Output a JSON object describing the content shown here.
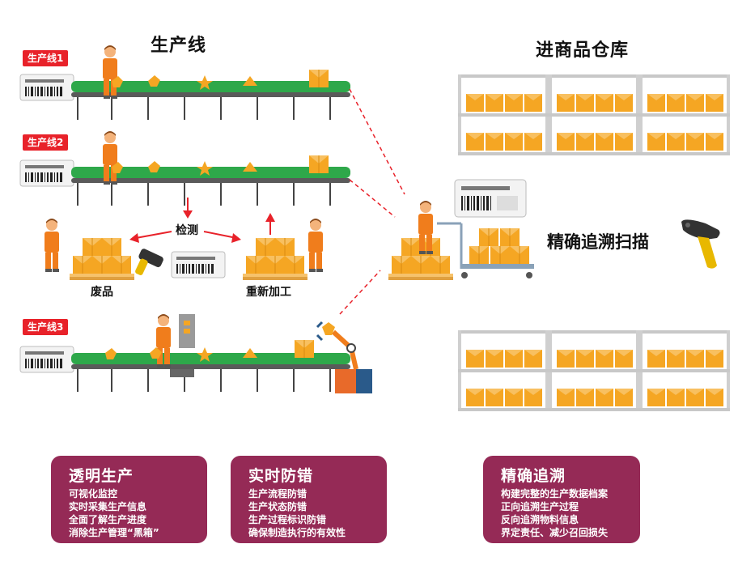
{
  "production_section": {
    "title": "生产线"
  },
  "warehouse_section": {
    "title": "进商品仓库"
  },
  "lines": [
    {
      "tag": "生产线1"
    },
    {
      "tag": "生产线2"
    },
    {
      "tag": "生产线3"
    }
  ],
  "inspection": {
    "check_label": "检测",
    "scrap_label": "废品",
    "rework_label": "重新加工"
  },
  "scan": {
    "label": "精确追溯扫描"
  },
  "cards": [
    {
      "title": "透明生产",
      "items": [
        "可视化监控",
        "实时采集生产信息",
        "全面了解生产进度",
        "消除生产管理“黑箱”"
      ]
    },
    {
      "title": "实时防错",
      "items": [
        "生产流程防错",
        "生产状态防错",
        "生产过程标识防错",
        "确保制造执行的有效性"
      ]
    },
    {
      "title": "精确追溯",
      "items": [
        "构建完整的生产数据档案",
        "正向追溯生产过程",
        "反向追溯物料信息",
        "界定责任、减少召回损失"
      ]
    }
  ],
  "colors": {
    "accent_red": "#e8222a",
    "card_bg": "#952a56",
    "belt_green": "#2ea84a",
    "box_orange": "#f5a623",
    "worker_orange": "#f07d1c"
  }
}
